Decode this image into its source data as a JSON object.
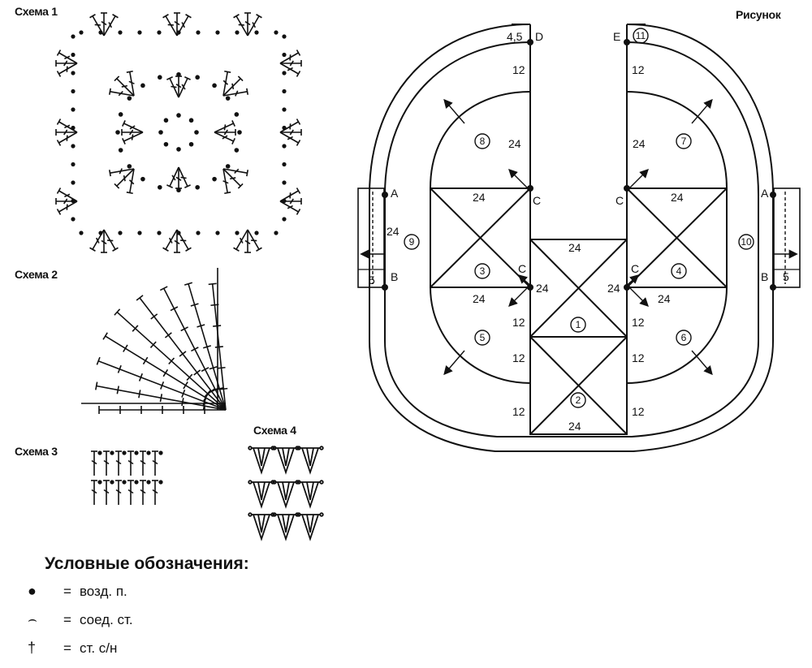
{
  "captions": {
    "scheme1": "Схема 1",
    "scheme2": "Схема 2",
    "scheme3": "Схема 3",
    "scheme4": "Схема 4",
    "figure": "Рисунок"
  },
  "legend": {
    "title": "Условные обозначения:",
    "items": [
      {
        "symbol": "●",
        "eq": "=",
        "label": "возд. п."
      },
      {
        "symbol": "⌢",
        "eq": "=",
        "label": "соед. ст."
      },
      {
        "symbol": "†",
        "eq": "=",
        "label": "ст. с/н"
      }
    ]
  },
  "figure": {
    "points": {
      "A": "A",
      "B": "B",
      "C": "C",
      "D": "D",
      "E": "E"
    },
    "part_numbers": [
      "1",
      "2",
      "3",
      "4",
      "5",
      "6",
      "7",
      "8",
      "9",
      "10",
      "11"
    ],
    "dims": {
      "top_strap": "4,5",
      "twelve": "12",
      "twentyfour": "24",
      "five": "5"
    }
  }
}
